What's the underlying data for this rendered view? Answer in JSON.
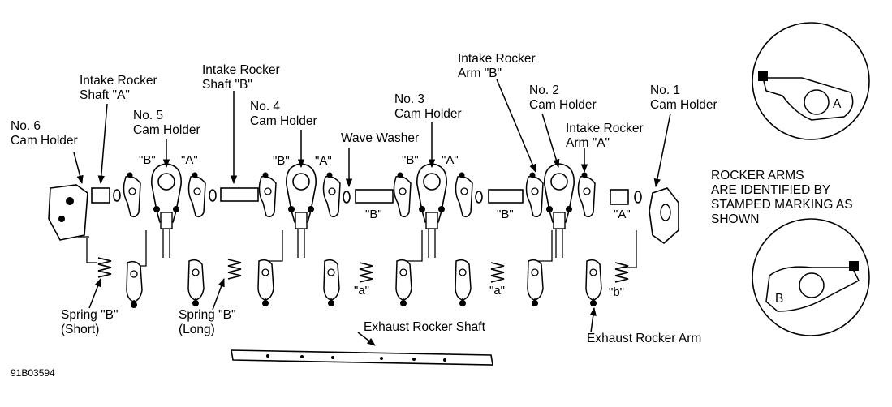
{
  "labels": {
    "cam6": [
      "No. 6",
      "Cam Holder"
    ],
    "intake_shaft_a": [
      "Intake Rocker",
      "Shaft \"A\""
    ],
    "cam5": [
      "No. 5",
      "Cam Holder"
    ],
    "intake_shaft_b": [
      "Intake Rocker",
      "Shaft \"B\""
    ],
    "cam4": [
      "No. 4",
      "Cam Holder"
    ],
    "wave_washer": "Wave Washer",
    "cam3": [
      "No. 3",
      "Cam Holder"
    ],
    "intake_arm_b": [
      "Intake Rocker",
      "Arm \"B\""
    ],
    "cam2": [
      "No. 2",
      "Cam Holder"
    ],
    "intake_arm_a": [
      "Intake Rocker",
      "Arm \"A\""
    ],
    "cam1": [
      "No. 1",
      "Cam Holder"
    ],
    "spring_short": [
      "Spring \"B\"",
      "(Short)"
    ],
    "spring_long": [
      "Spring \"B\"",
      "(Long)"
    ],
    "exhaust_shaft": "Exhaust Rocker Shaft",
    "exhaust_arm": "Exhaust Rocker Arm"
  },
  "markings": {
    "B": "\"B\"",
    "A": "\"A\"",
    "a": "\"a\"",
    "b": "\"b\""
  },
  "inset": {
    "mark_a": "A",
    "mark_b": "B",
    "note": [
      "ROCKER ARMS",
      "ARE IDENTIFIED BY",
      "STAMPED MARKING AS",
      "SHOWN"
    ]
  },
  "figure_code": "91B03594"
}
